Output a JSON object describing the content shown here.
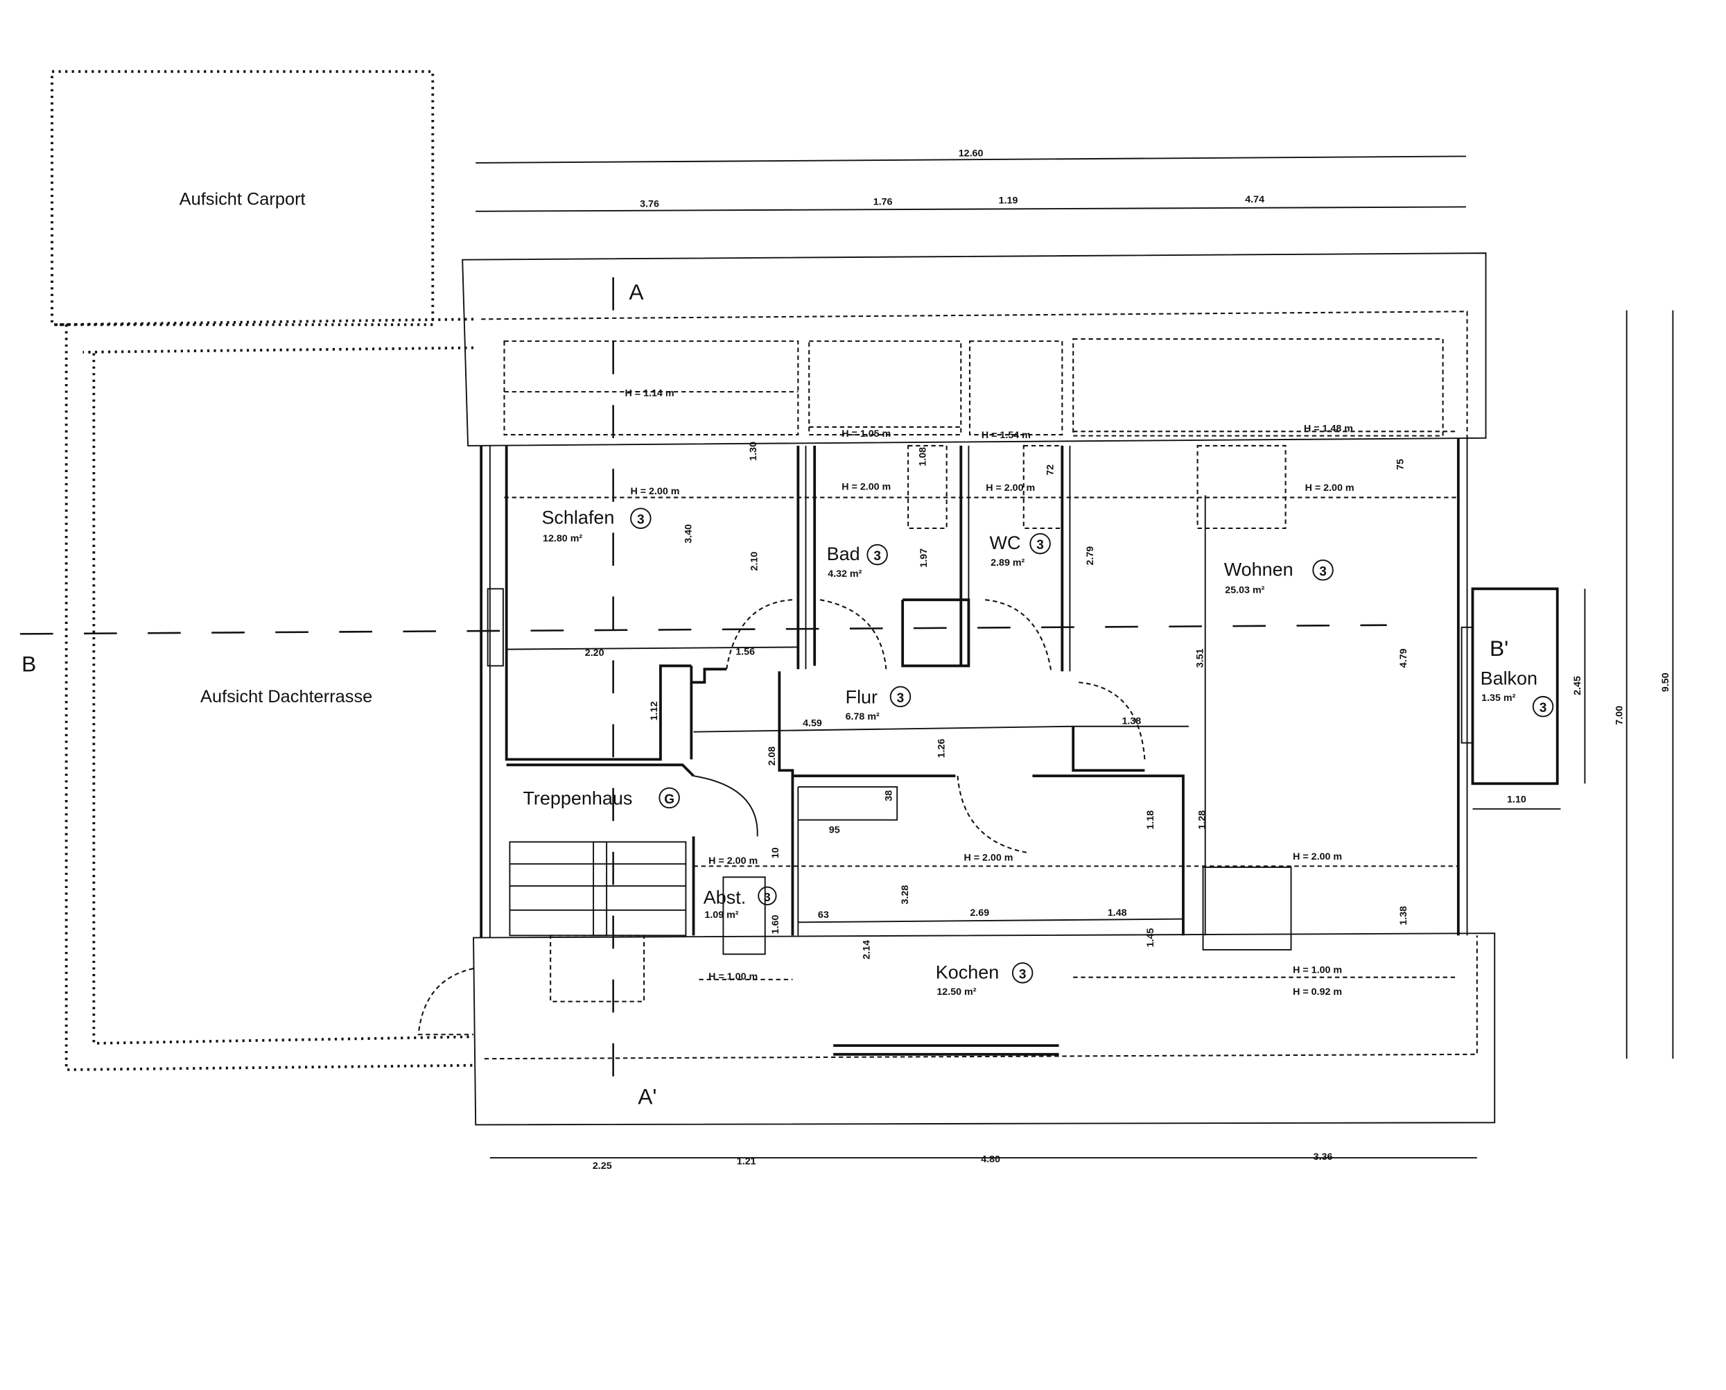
{
  "overlays": {
    "carport": "Aufsicht Carport",
    "terrace": "Aufsicht Dachterrasse"
  },
  "sections": {
    "a": "A",
    "a_prime": "A'",
    "b": "B",
    "b_prime": "B'"
  },
  "rooms": [
    {
      "name": "Schlafen",
      "area": "12.80 m²",
      "badge": "3"
    },
    {
      "name": "Bad",
      "area": "4.32 m²",
      "badge": "3"
    },
    {
      "name": "WC",
      "area": "2.89 m²",
      "badge": "3"
    },
    {
      "name": "Wohnen",
      "area": "25.03 m²",
      "badge": "3"
    },
    {
      "name": "Flur",
      "area": "6.78 m²",
      "badge": "3"
    },
    {
      "name": "Balkon",
      "area": "1.35 m²",
      "badge": "3"
    },
    {
      "name": "Treppenhaus",
      "area": "",
      "badge": "G"
    },
    {
      "name": "Abst.",
      "area": "1.09 m²",
      "badge": "3"
    },
    {
      "name": "Kochen",
      "area": "12.50 m²",
      "badge": "3"
    }
  ],
  "dims": {
    "top_total": "12.60",
    "top": [
      "3.76",
      "1.76",
      "1.19",
      "4.74"
    ],
    "bottom": [
      "2.25",
      "1.21",
      "4.80",
      "3.36"
    ],
    "right": [
      "7.00",
      "9.50"
    ],
    "balcony": [
      "2.45",
      "1.10"
    ],
    "inner": [
      "1.30",
      "3.40",
      "2.10",
      "1.08",
      "1.97",
      "72",
      "2.79",
      "75",
      "2.20",
      "1.56",
      "1.12",
      "4.59",
      "1.38",
      "3.51",
      "4.79",
      "2.08",
      "1.26",
      "38",
      "95",
      "1.18",
      "1.28",
      "10",
      "3.28",
      "63",
      "2.69",
      "1.48",
      "1.60",
      "2.14",
      "1.45",
      "1.38"
    ]
  },
  "heights": [
    "H = 1.14 m",
    "H = 1.05 m",
    "H = 1.54 m",
    "H = 1.48 m",
    "H = 2.00 m",
    "H = 2.00 m",
    "H = 2.00 m",
    "H = 2.00 m",
    "H = 2.00 m",
    "H = 2.00 m",
    "H = 2.00 m",
    "H = 1.00 m",
    "H = 1.00 m",
    "H = 0.92 m"
  ]
}
